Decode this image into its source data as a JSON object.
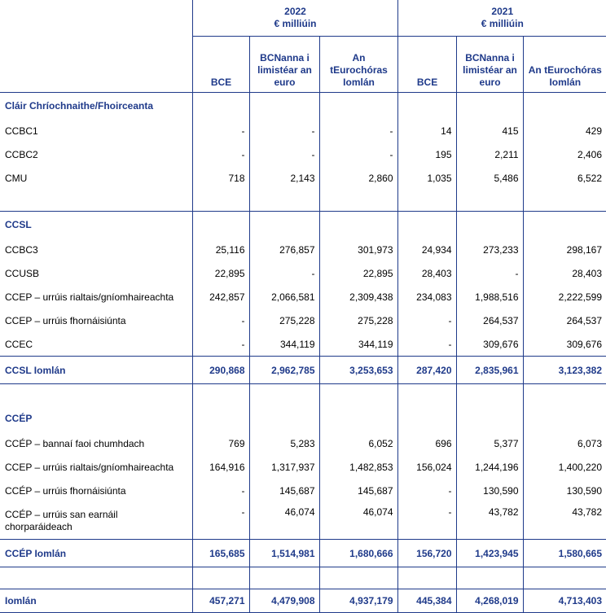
{
  "header": {
    "years": [
      {
        "year": "2022",
        "unit": "€ milliúin"
      },
      {
        "year": "2021",
        "unit": "€ milliúin"
      }
    ],
    "columns": [
      "BCE",
      "BCNanna i limistéar an euro",
      "An tEurochóras Iomlán"
    ]
  },
  "sections": [
    {
      "title": "Cláir Chríochnaithe/Fhoirceanta",
      "rows": [
        {
          "label": "CCBC1",
          "values": [
            "-",
            "-",
            "-",
            "14",
            "415",
            "429"
          ]
        },
        {
          "label": "CCBC2",
          "values": [
            "-",
            "-",
            "-",
            "195",
            "2,211",
            "2,406"
          ]
        },
        {
          "label": "CMU",
          "values": [
            "718",
            "2,143",
            "2,860",
            "1,035",
            "5,486",
            "6,522"
          ]
        }
      ]
    },
    {
      "title": "CCSL",
      "rows": [
        {
          "label": "CCBC3",
          "values": [
            "25,116",
            "276,857",
            "301,973",
            "24,934",
            "273,233",
            "298,167"
          ]
        },
        {
          "label": "CCUSB",
          "values": [
            "22,895",
            "-",
            "22,895",
            "28,403",
            "-",
            "28,403"
          ]
        },
        {
          "label": "CCEP – urrúis rialtais/gníomhaireachta",
          "values": [
            "242,857",
            "2,066,581",
            "2,309,438",
            "234,083",
            "1,988,516",
            "2,222,599"
          ]
        },
        {
          "label": "CCEP – urrúis fhornáisiúnta",
          "values": [
            "-",
            "275,228",
            "275,228",
            "-",
            "264,537",
            "264,537"
          ]
        },
        {
          "label": "CCEC",
          "values": [
            "-",
            "344,119",
            "344,119",
            "-",
            "309,676",
            "309,676"
          ]
        }
      ],
      "total": {
        "label": "CCSL Iomlán",
        "values": [
          "290,868",
          "2,962,785",
          "3,253,653",
          "287,420",
          "2,835,961",
          "3,123,382"
        ]
      }
    },
    {
      "title": "CCÉP",
      "rows": [
        {
          "label": "CCÉP – bannaí faoi chumhdach",
          "values": [
            "769",
            "5,283",
            "6,052",
            "696",
            "5,377",
            "6,073"
          ]
        },
        {
          "label": "CCEP – urrúis rialtais/gníomhaireachta",
          "values": [
            "164,916",
            "1,317,937",
            "1,482,853",
            "156,024",
            "1,244,196",
            "1,400,220"
          ]
        },
        {
          "label": "CCÉP – urrúis fhornáisiúnta",
          "values": [
            "-",
            "145,687",
            "145,687",
            "-",
            "130,590",
            "130,590"
          ]
        },
        {
          "label": "CCÉP – urrúis san earnáil chorparáideach",
          "values": [
            "-",
            "46,074",
            "46,074",
            "-",
            "43,782",
            "43,782"
          ]
        }
      ],
      "total": {
        "label": "CCÉP Iomlán",
        "values": [
          "165,685",
          "1,514,981",
          "1,680,666",
          "156,720",
          "1,423,945",
          "1,580,665"
        ]
      }
    }
  ],
  "grand_total": {
    "label": "Iomlán",
    "values": [
      "457,271",
      "4,479,908",
      "4,937,179",
      "445,384",
      "4,268,019",
      "4,713,403"
    ]
  }
}
